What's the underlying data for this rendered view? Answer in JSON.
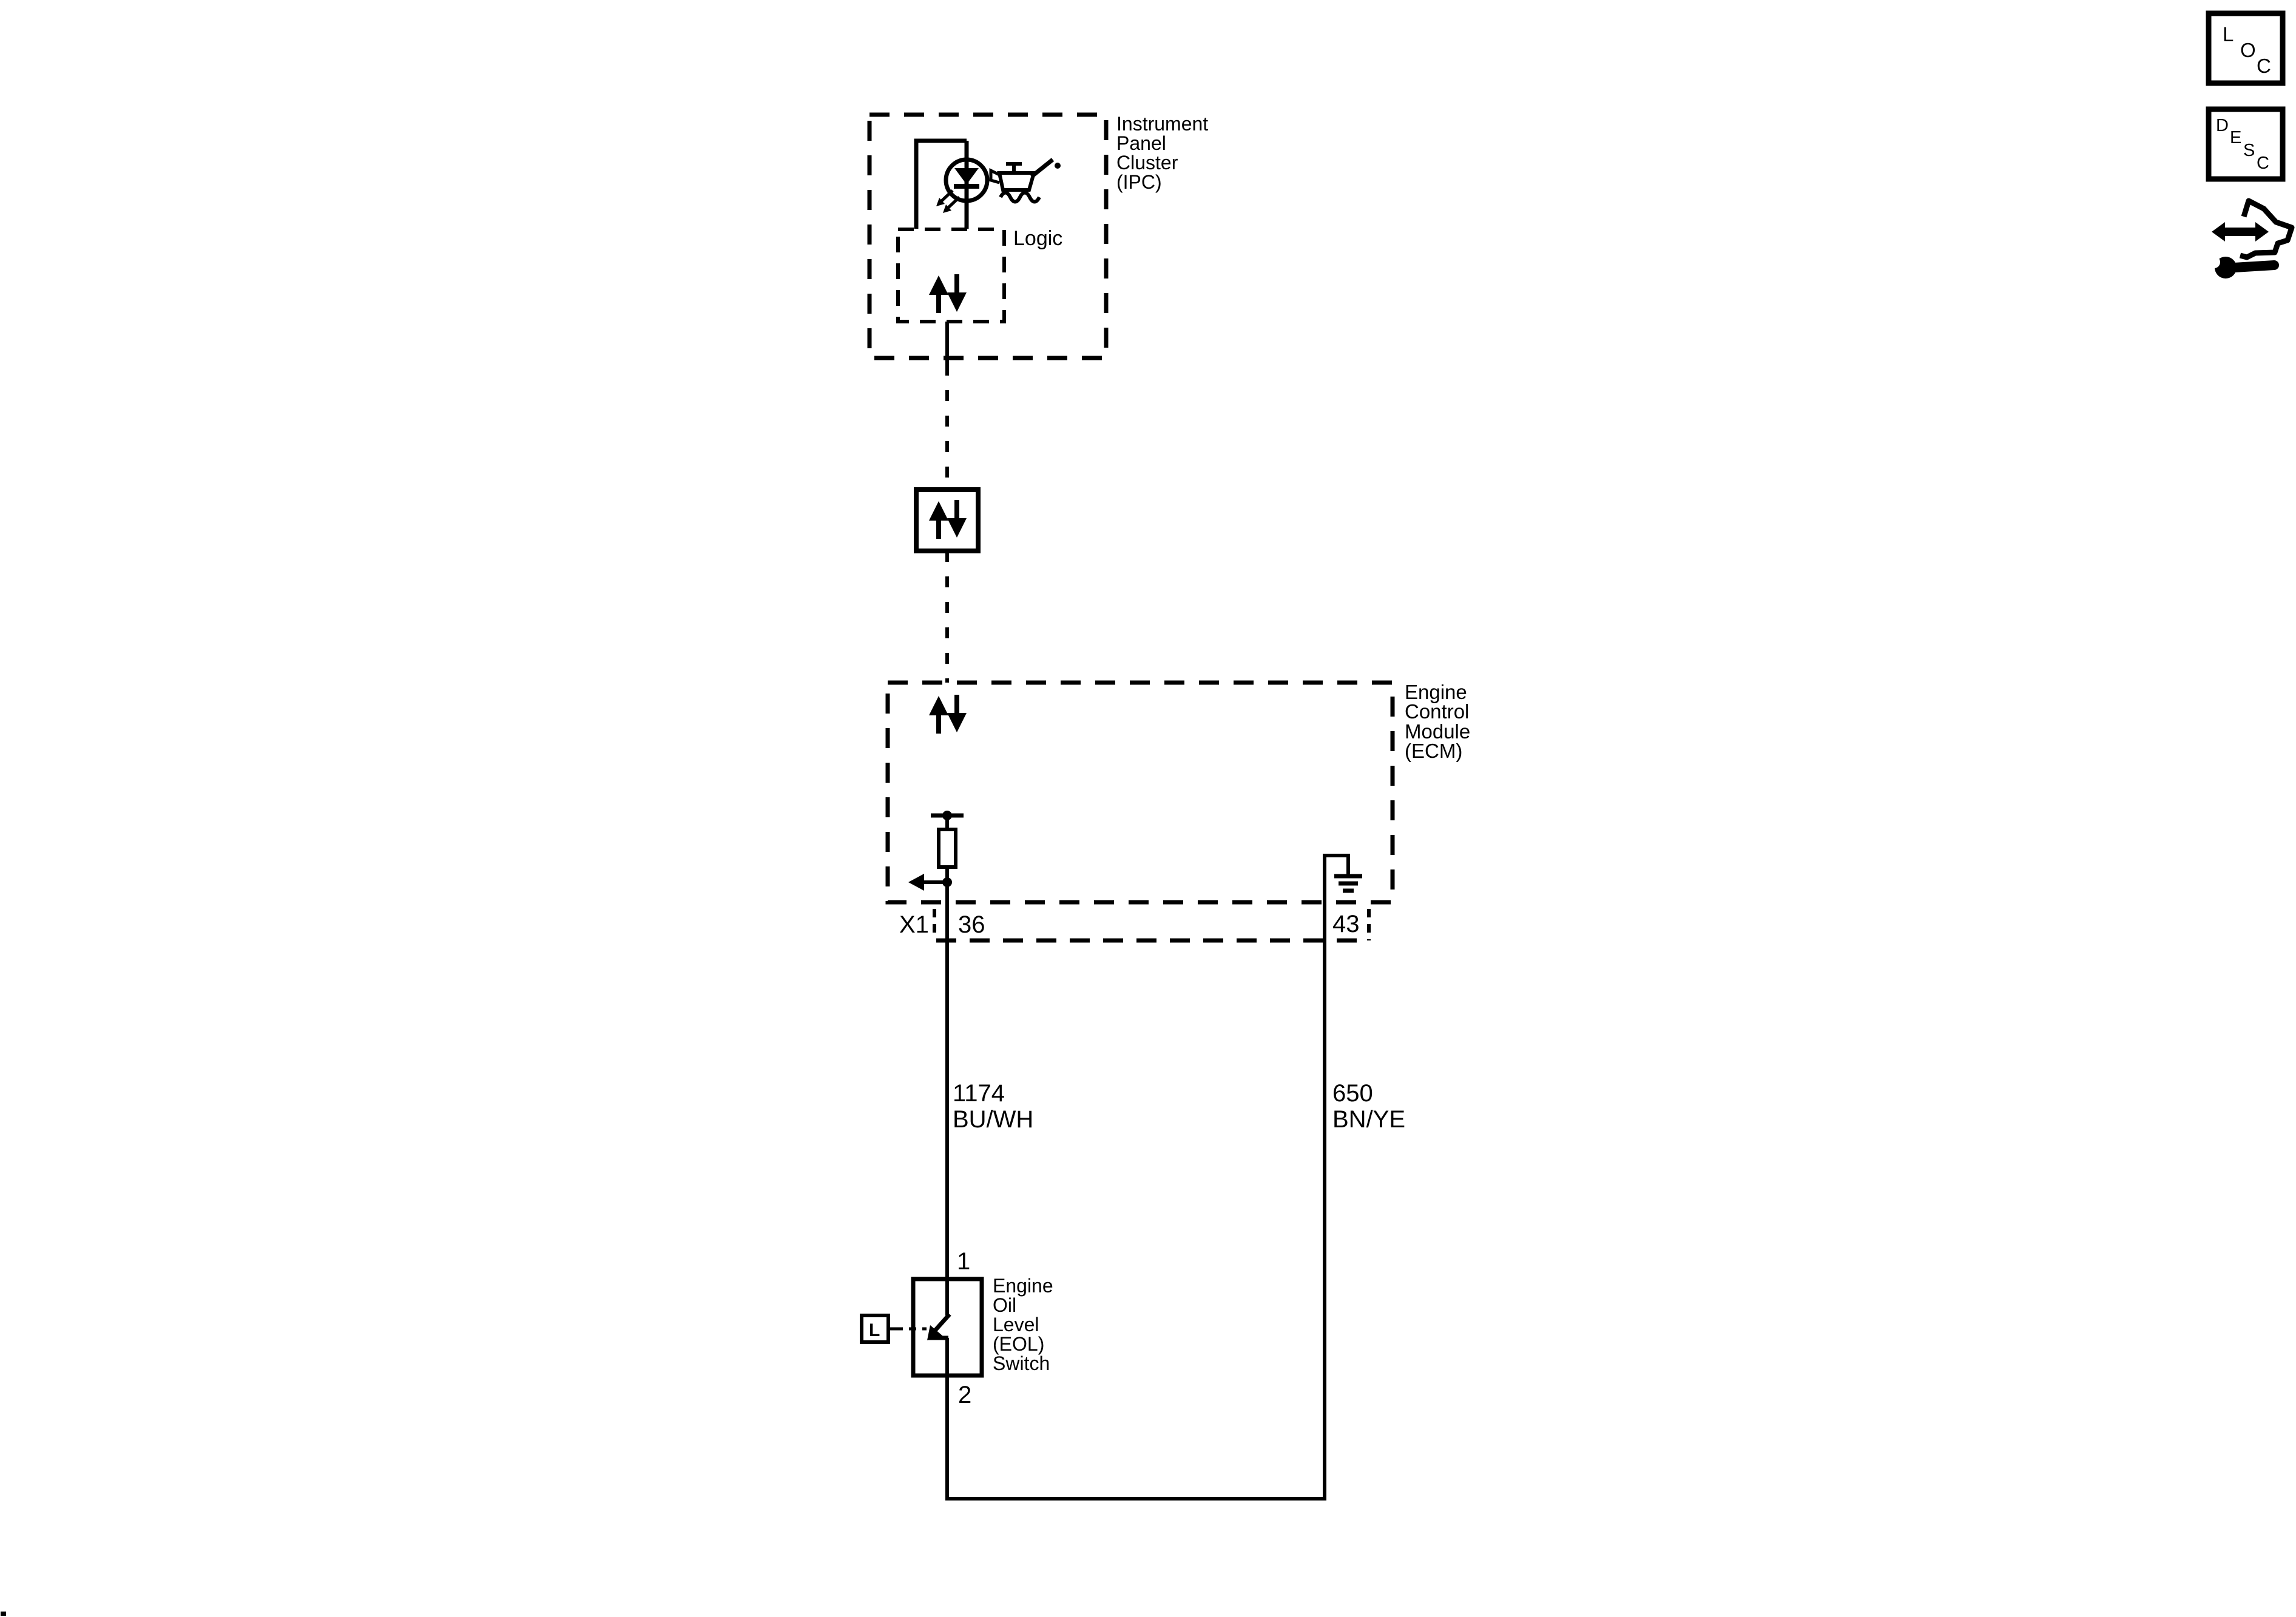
{
  "page": {
    "background_color": "#ffffff",
    "ink_color": "#000000"
  },
  "ipc": {
    "name_lines": [
      "Instrument",
      "Panel",
      "Cluster",
      "(IPC)"
    ],
    "logic_label": "Logic"
  },
  "ecm": {
    "name_lines": [
      "Engine",
      "Control",
      "Module",
      "(ECM)"
    ],
    "connector_label": "X1",
    "signal_pin": "36",
    "ground_pin": "43"
  },
  "wires": {
    "signal": {
      "circuit": "1174",
      "color_code": "BU/WH"
    },
    "ground": {
      "circuit": "650",
      "color_code": "BN/YE"
    }
  },
  "eol_switch": {
    "name_lines": [
      "Engine",
      "Oil",
      "Level",
      "(EOL)",
      "Switch"
    ],
    "pin_top": "1",
    "pin_bottom": "2",
    "level_label": "L"
  },
  "sidebar_icons": {
    "loc_letters": [
      "L",
      "O",
      "C"
    ],
    "desc_letters": [
      "D",
      "E",
      "S",
      "C"
    ],
    "tool_icon_name": "double-arrow-wrench"
  },
  "icons": {
    "indicator_lamp": "led-with-light-rays",
    "oil_level": "oil-can-with-wave",
    "serial_data": "up-down-arrows",
    "ground": "chassis-ground",
    "level_sensor": "float-level-L",
    "pullup": "resistor"
  }
}
